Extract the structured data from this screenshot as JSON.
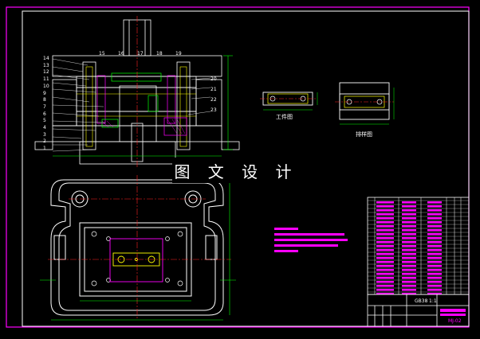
{
  "watermark": "图 文 设 计",
  "part_drawing_label": "工件图",
  "layout_drawing_label": "排样图",
  "part_numbers_left": [
    "14",
    "13",
    "12",
    "11",
    "10",
    "9",
    "8",
    "7",
    "6",
    "5",
    "4",
    "3",
    "2",
    "1"
  ],
  "part_numbers_top": [
    "15",
    "16",
    "17",
    "18",
    "19"
  ],
  "part_numbers_right": [
    "20",
    "21",
    "22",
    "23"
  ],
  "title_block_text": [
    "GB38",
    "1:1"
  ],
  "drawing_number": "MJ-02",
  "colors": {
    "frame": "#ffffff",
    "outline": "#ffffff",
    "centerline": "#ff2020",
    "dimension": "#00ff00",
    "hidden": "#ffff00",
    "part": "#ff00ff",
    "text": "#ffffff"
  }
}
